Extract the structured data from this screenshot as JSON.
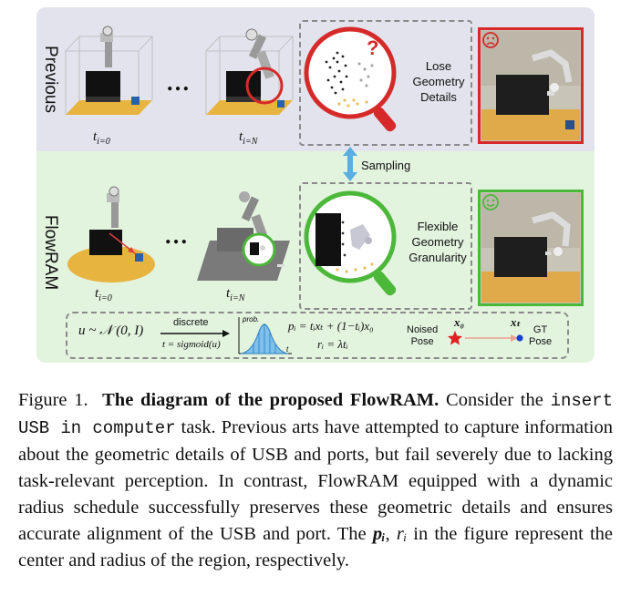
{
  "figure": {
    "labels": {
      "previous": "Previous",
      "flowram": "FlowRAM",
      "sampling": "Sampling",
      "lose": [
        "Lose",
        "Geometry",
        "Details"
      ],
      "flexible": [
        "Flexible",
        "Geometry",
        "Granularity"
      ],
      "question": "?",
      "ellipsis": "…",
      "t_base": "t",
      "t0_sub": "i=0",
      "tN_sub": "i=N"
    },
    "formula": {
      "distribution": "u ~ 𝒩 (0, I)",
      "discrete": "discrete",
      "sigmoid": "t = sigmoid(u)",
      "prob": "prob.",
      "t_axis": "t",
      "p_eq": "pᵢ = tᵢxₜ + (1−tᵢ)x₀",
      "r_eq": "rᵢ = λtᵢ",
      "noised_line1": "Noised",
      "noised_line2": "Pose",
      "x0": "x₀",
      "xt": "xₜ",
      "gt_line1": "GT",
      "gt_line2": "Pose"
    },
    "colors": {
      "sad_ring": "#d62a2a",
      "happy_ring": "#4cb83a",
      "sampling_arrow": "#5aaee0",
      "star": "#e02020",
      "dot": "#1a3fd0"
    }
  },
  "caption": {
    "prefix": "Figure 1.",
    "title": "The diagram of the proposed FlowRAM.",
    "text1": " Consider the ",
    "task": "insert USB in computer",
    "text2": " task. Previous arts have attempted to capture information about the geometric details of USB and ports, but fail severely due to lacking task-relevant perception. In contrast, FlowRAM equipped with a dynamic radius schedule successfully preserves these geometric details and ensures accurate alignment of the USB and port. The ",
    "math_p": "pᵢ",
    "comma": ", ",
    "math_r": "rᵢ",
    "text3": " in the figure represent the center and radius of the region, respectively."
  }
}
